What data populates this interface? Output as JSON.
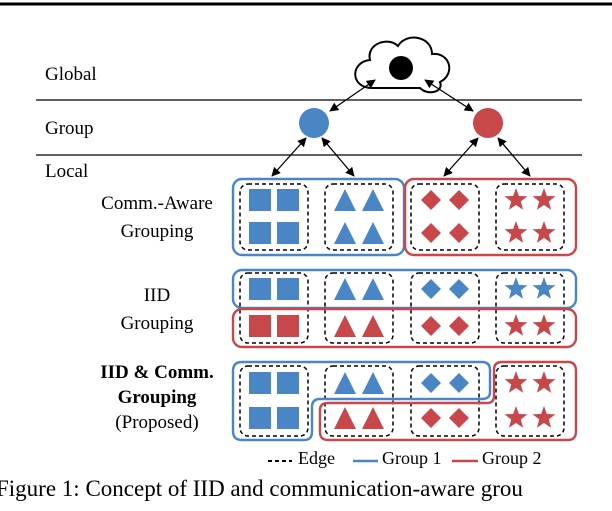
{
  "tiers": {
    "global": "Global",
    "group": "Group",
    "local": "Local"
  },
  "rows": {
    "comm_aware": {
      "line1": "Comm.-Aware",
      "line2": "Grouping"
    },
    "iid": {
      "line1": "IID",
      "line2": "Grouping"
    },
    "proposed": {
      "line1": "IID & Comm.",
      "line2": "Grouping",
      "line3": "(Proposed)"
    }
  },
  "legend": {
    "edge": "Edge",
    "group1": "Group 1",
    "group2": "Group 2"
  },
  "caption": "Figure 1: Concept of IID and communication-aware grou",
  "colors": {
    "blue": "#4a86c5",
    "red": "#c8474b",
    "black": "#000000"
  }
}
